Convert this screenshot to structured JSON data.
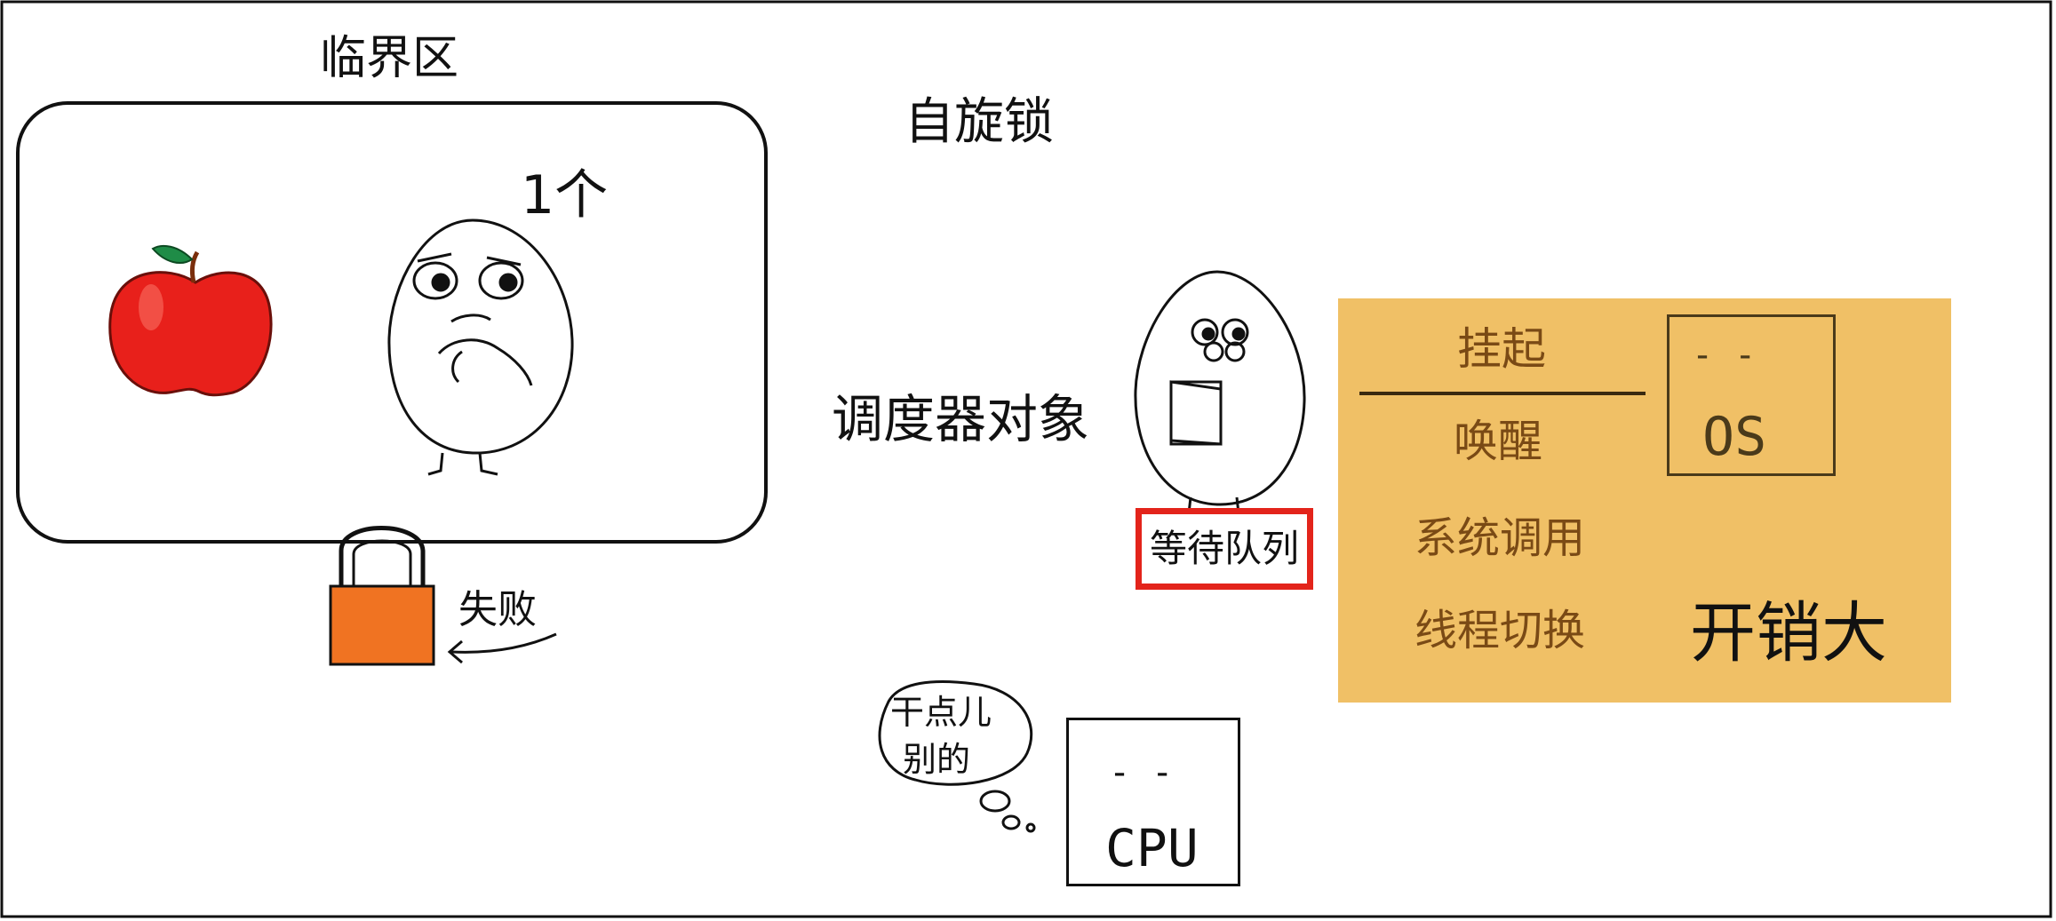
{
  "critical_section": {
    "title": "临界区",
    "occupant_count": "1个"
  },
  "lock": {
    "fail_label": "失败"
  },
  "spinlock": {
    "title": "自旋锁"
  },
  "scheduler": {
    "label": "调度器对象",
    "queue_label": "等待队列"
  },
  "os_panel": {
    "suspend": "挂起",
    "wakeup": "唤醒",
    "syscall": "系统调用",
    "thread_switch": "线程切换",
    "cost": "开销大",
    "os_eyes": "-  -",
    "os_label": "OS"
  },
  "cpu": {
    "eyes": "-  -",
    "label": "CPU",
    "thought_line1": "干点儿",
    "thought_line2": "别的"
  },
  "colors": {
    "apple": "#e8201b",
    "lock_body": "#f07322",
    "highlight_border": "#e3241b",
    "os_panel": "#f0c066"
  }
}
